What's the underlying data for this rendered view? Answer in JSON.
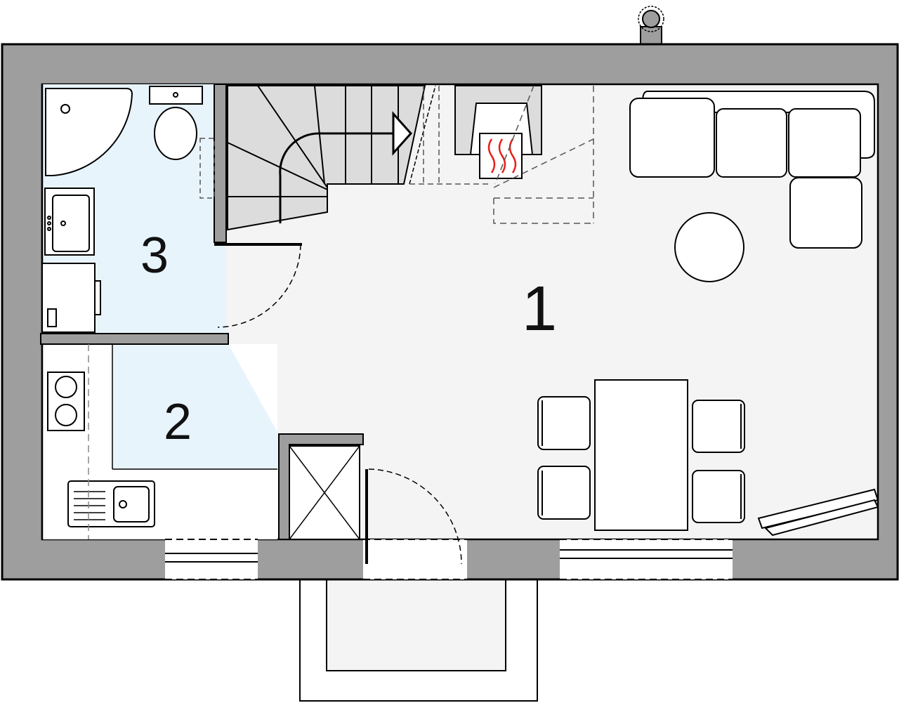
{
  "plan": {
    "rooms": [
      {
        "number": "1",
        "name": "living-room"
      },
      {
        "number": "2",
        "name": "kitchen"
      },
      {
        "number": "3",
        "name": "bathroom"
      }
    ],
    "colors": {
      "wall": "#9e9e9e",
      "living_floor": "#f4f4f4",
      "wet_floor": "#e8f4fc",
      "stairs": "#dcdcdc",
      "heater": "#e8201c"
    }
  }
}
